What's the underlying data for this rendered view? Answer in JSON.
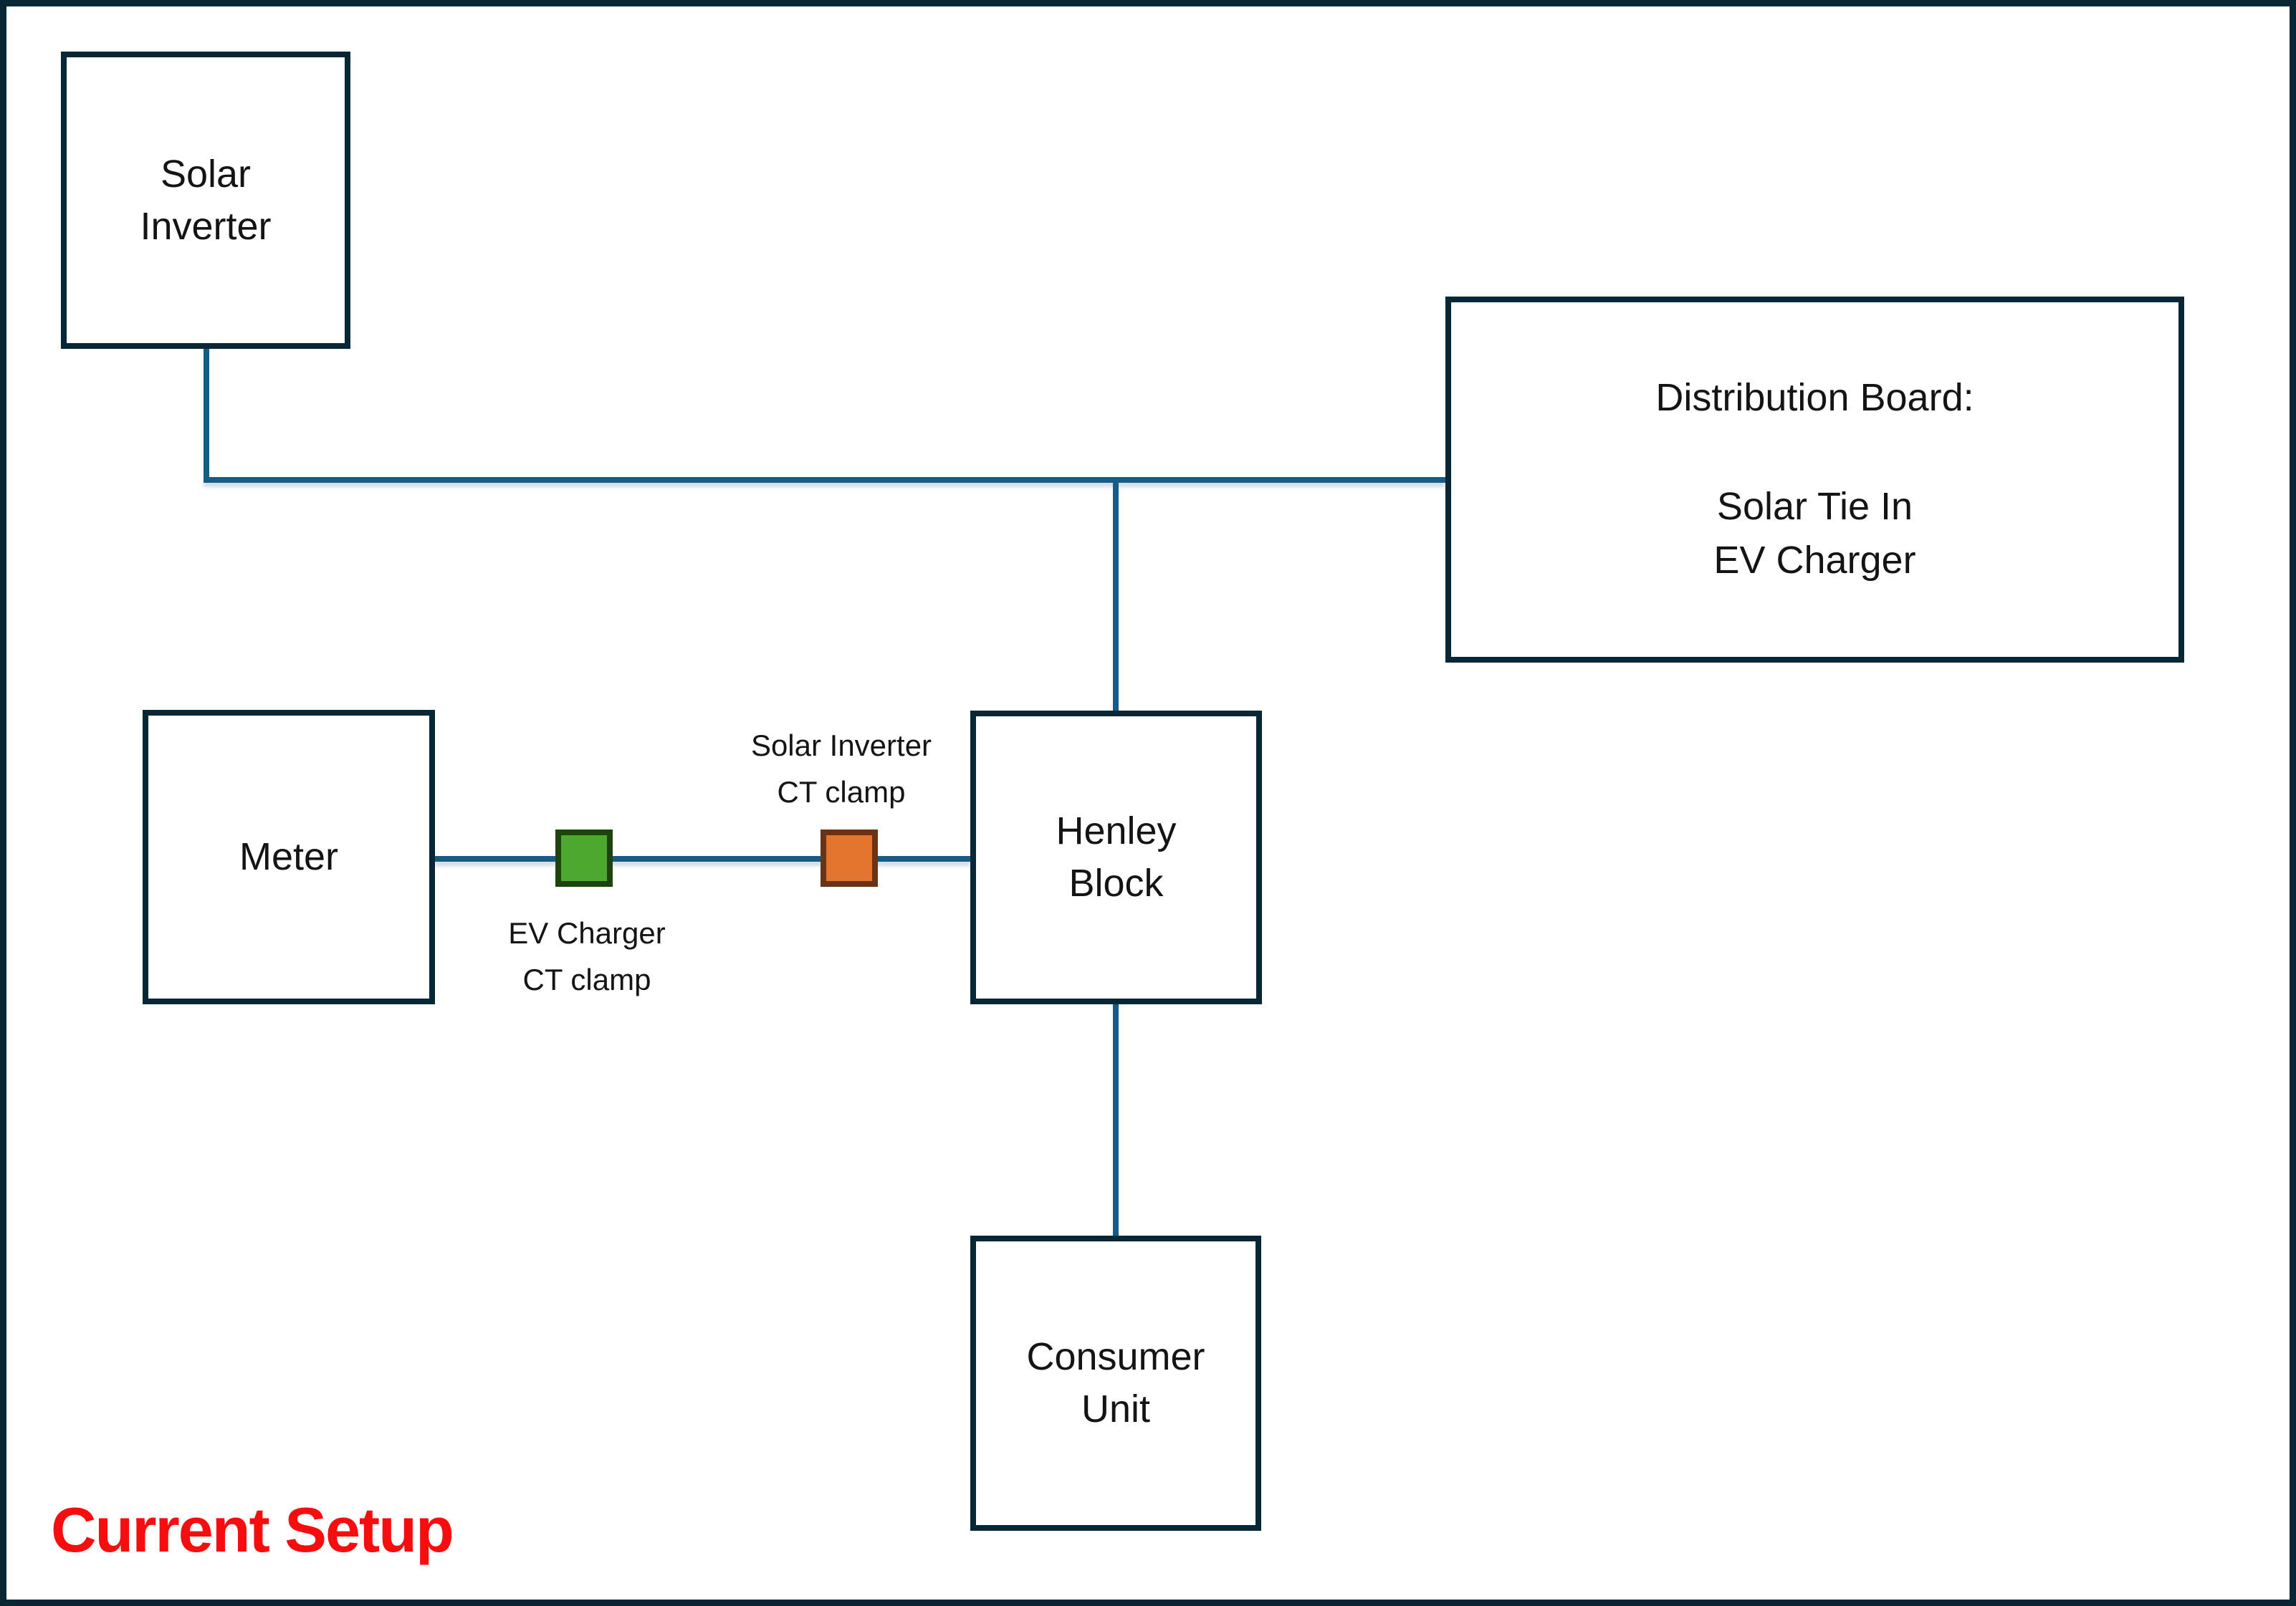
{
  "caption": {
    "text": "Current Setup"
  },
  "boxes": {
    "solar_inverter": {
      "lines": [
        "Solar",
        "Inverter"
      ]
    },
    "distribution_board": {
      "lines": [
        "Distribution Board:",
        "",
        "Solar Tie In",
        "EV Charger"
      ]
    },
    "meter": {
      "lines": [
        "Meter"
      ]
    },
    "henley_block": {
      "lines": [
        "Henley",
        "Block"
      ]
    },
    "consumer_unit": {
      "lines": [
        "Consumer",
        "Unit"
      ]
    }
  },
  "clamp_labels": {
    "solar_inverter_ct": {
      "lines": [
        "Solar Inverter",
        "CT clamp"
      ]
    },
    "ev_charger_ct": {
      "lines": [
        "EV Charger",
        "CT clamp"
      ]
    }
  },
  "colors": {
    "box_border": "#082736",
    "wire": "#175C86",
    "ev_charger_clamp_fill": "#4CA82F",
    "ev_charger_clamp_border": "#1E430D",
    "solar_inverter_clamp_fill": "#E2752F",
    "solar_inverter_clamp_border": "#6B3315",
    "caption_red": "#F70D0D"
  }
}
